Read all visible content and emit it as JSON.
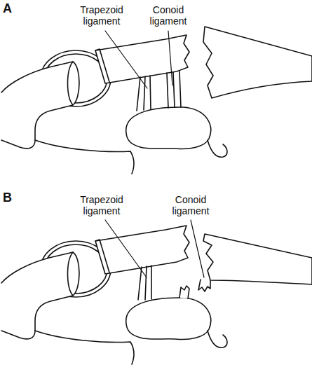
{
  "diagram": {
    "labels": [
      "A",
      "Trapezoid ligament",
      "Conoid ligament",
      "B",
      "Trapezoid ligament",
      "Conoid ligament"
    ]
  }
}
